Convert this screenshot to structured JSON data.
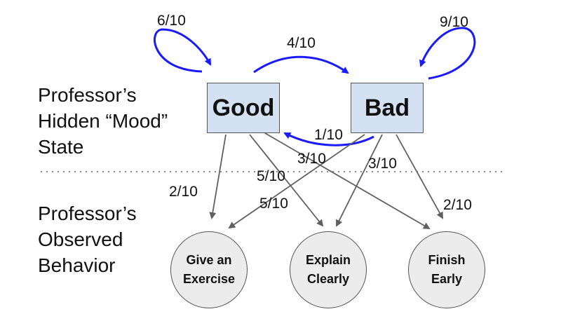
{
  "section_labels": {
    "hidden": "Professor’s\nHidden “Mood”\nState",
    "observed": "Professor’s\nObserved\nBehavior"
  },
  "states": {
    "good": "Good",
    "bad": "Bad"
  },
  "observations": {
    "exercise": "Give an\nExercise",
    "explain": "Explain\nClearly",
    "finish": "Finish\nEarly"
  },
  "probabilities": {
    "good_to_good": "6/10",
    "good_to_bad": "4/10",
    "bad_to_bad": "9/10",
    "bad_to_good": "1/10",
    "good_exercise": "2/10",
    "good_explain": "5/10",
    "good_finish": "3/10",
    "bad_exercise": "5/10",
    "bad_explain": "3/10",
    "bad_finish": "2/10"
  },
  "colors": {
    "transition_arrow": "#1a1aff",
    "emission_arrow": "#606060",
    "state_fill": "#d4e1f2",
    "observation_fill": "#ececec"
  }
}
